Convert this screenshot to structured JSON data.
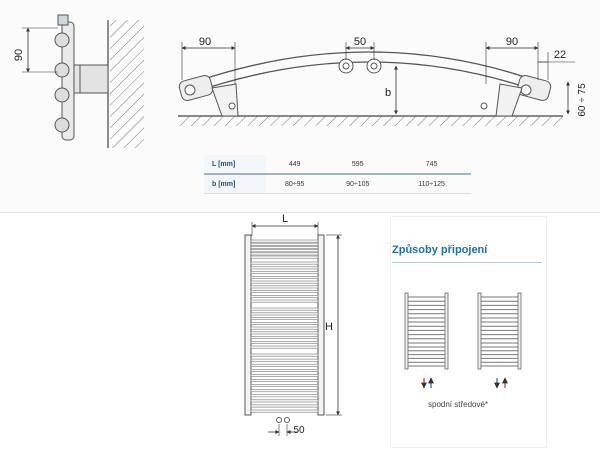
{
  "top_view": {
    "left_dim": "90",
    "mid_dim": "50",
    "right_dim": "90",
    "right_offset": "22",
    "height_label": "b",
    "wall_dim": "60 ÷ 75"
  },
  "side_view": {
    "height_dim": "90"
  },
  "dimension_table": {
    "rows": [
      {
        "header": "L [mm]",
        "values": [
          "449",
          "595",
          "745"
        ]
      },
      {
        "header": "b [mm]",
        "values": [
          "80÷95",
          "90÷105",
          "110÷125"
        ]
      }
    ]
  },
  "front_view": {
    "width_label": "L",
    "height_label": "H",
    "connection_dim": "50"
  },
  "connections": {
    "title": "Způsoby připojení",
    "caption": "spodní středové*"
  },
  "colors": {
    "line": "#555555",
    "accent_blue": "#1f6fb4",
    "arrow_red": "#d8232a",
    "arrow_blue": "#1f5fbf"
  }
}
